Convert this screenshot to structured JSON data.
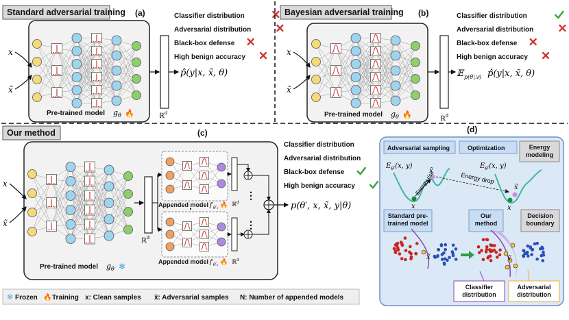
{
  "panel_a": {
    "title": "Standard adversarial training",
    "tag": "(a)",
    "model_label": "Pre-trained model",
    "model_sub": "g",
    "model_sub2": "θ",
    "space": "ℝ",
    "space_sup": "d",
    "input_x": "x",
    "input_xt": "x̃",
    "output": "p̂(y|x, x̃, θ)",
    "checklist": [
      {
        "text": "Classifier distribution",
        "ok": false
      },
      {
        "text": "Adversarial distribution",
        "ok": false
      },
      {
        "text": "Black-box defense",
        "ok": false
      },
      {
        "text": "High benign accuracy",
        "ok": false
      }
    ]
  },
  "panel_b": {
    "title": "Bayesian adversarial training",
    "tag": "(b)",
    "model_label": "Pre-trained model",
    "model_sub": "g",
    "model_sub2": "θ",
    "space": "ℝ",
    "space_sup": "d",
    "input_x": "x",
    "input_xt": "x̃",
    "output_e": "𝔼",
    "output_sub": "p(θ|𝒟)",
    "output_rest": "p̂(y|x, x̃, θ)",
    "checklist": [
      {
        "text": "Classifier distribution",
        "ok": true
      },
      {
        "text": "Adversarial distribution",
        "ok": false
      },
      {
        "text": "Black-box defense",
        "ok": false
      },
      {
        "text": "High benign accuracy",
        "ok": false
      }
    ]
  },
  "panel_c": {
    "title": "Our method",
    "tag": "(c)",
    "model_label": "Pre-trained model",
    "model_sub": "g",
    "model_sub2": "θ",
    "space": "ℝ",
    "space_sup": "d",
    "input_x": "x",
    "input_xt": "x̃",
    "appended_1": "Appended model",
    "appended_1_sub": "f",
    "appended_1_subsub": "θ′₁",
    "appended_n": "Appended model",
    "appended_n_sub": "f",
    "appended_n_subsub": "θ′ₙ",
    "dots": "⋮",
    "output": "p(θ′, x, x̃, y|θ)",
    "checklist": [
      {
        "text": "Classifier distribution",
        "ok": true
      },
      {
        "text": "Adversarial distribution",
        "ok": true
      },
      {
        "text": "Black-box defense",
        "ok": true
      },
      {
        "text": "High benign accuracy",
        "ok": true
      }
    ],
    "legend": {
      "frozen": "Frozen",
      "training": "Training",
      "x_desc": "x: Clean samples",
      "xt_desc": "x̃: Adversarial samples",
      "n_desc": "N: Number of appended models"
    }
  },
  "panel_d": {
    "tag": "(d)",
    "box_adv_sampling": "Adversarial sampling",
    "box_optimization": "Optimization",
    "box_energy": "Energy modeling",
    "energy_left": "E",
    "energy_left_sub": "θ′",
    "energy_left_rest": "(x, y)",
    "energy_right": "E",
    "energy_right_sub": "θ′",
    "energy_right_rest": "(x, y)",
    "energy_rise": "Energy rise",
    "energy_drop": "Energy drop",
    "x_label": "x",
    "xt_label": "x̃",
    "box_standard": "Standard pre-trained model",
    "box_our": "Our method",
    "box_decision": "Decision boundary",
    "classifier_dist": "Classifier distribution",
    "adversarial_dist": "Adversarial distribution"
  },
  "colors": {
    "input_node": "#f5d97a",
    "hidden_node": "#9fd4ef",
    "output_node": "#8fce6a",
    "appended_node": "#f0a060",
    "appended_out": "#a98be0",
    "cross": "#d0342c",
    "check": "#3aa53a",
    "panel_d_bg": "#dbe8f6",
    "panel_d_border": "#6f8fc8",
    "red_dot": "#c8241e",
    "blue_dot": "#2a4fb4"
  }
}
